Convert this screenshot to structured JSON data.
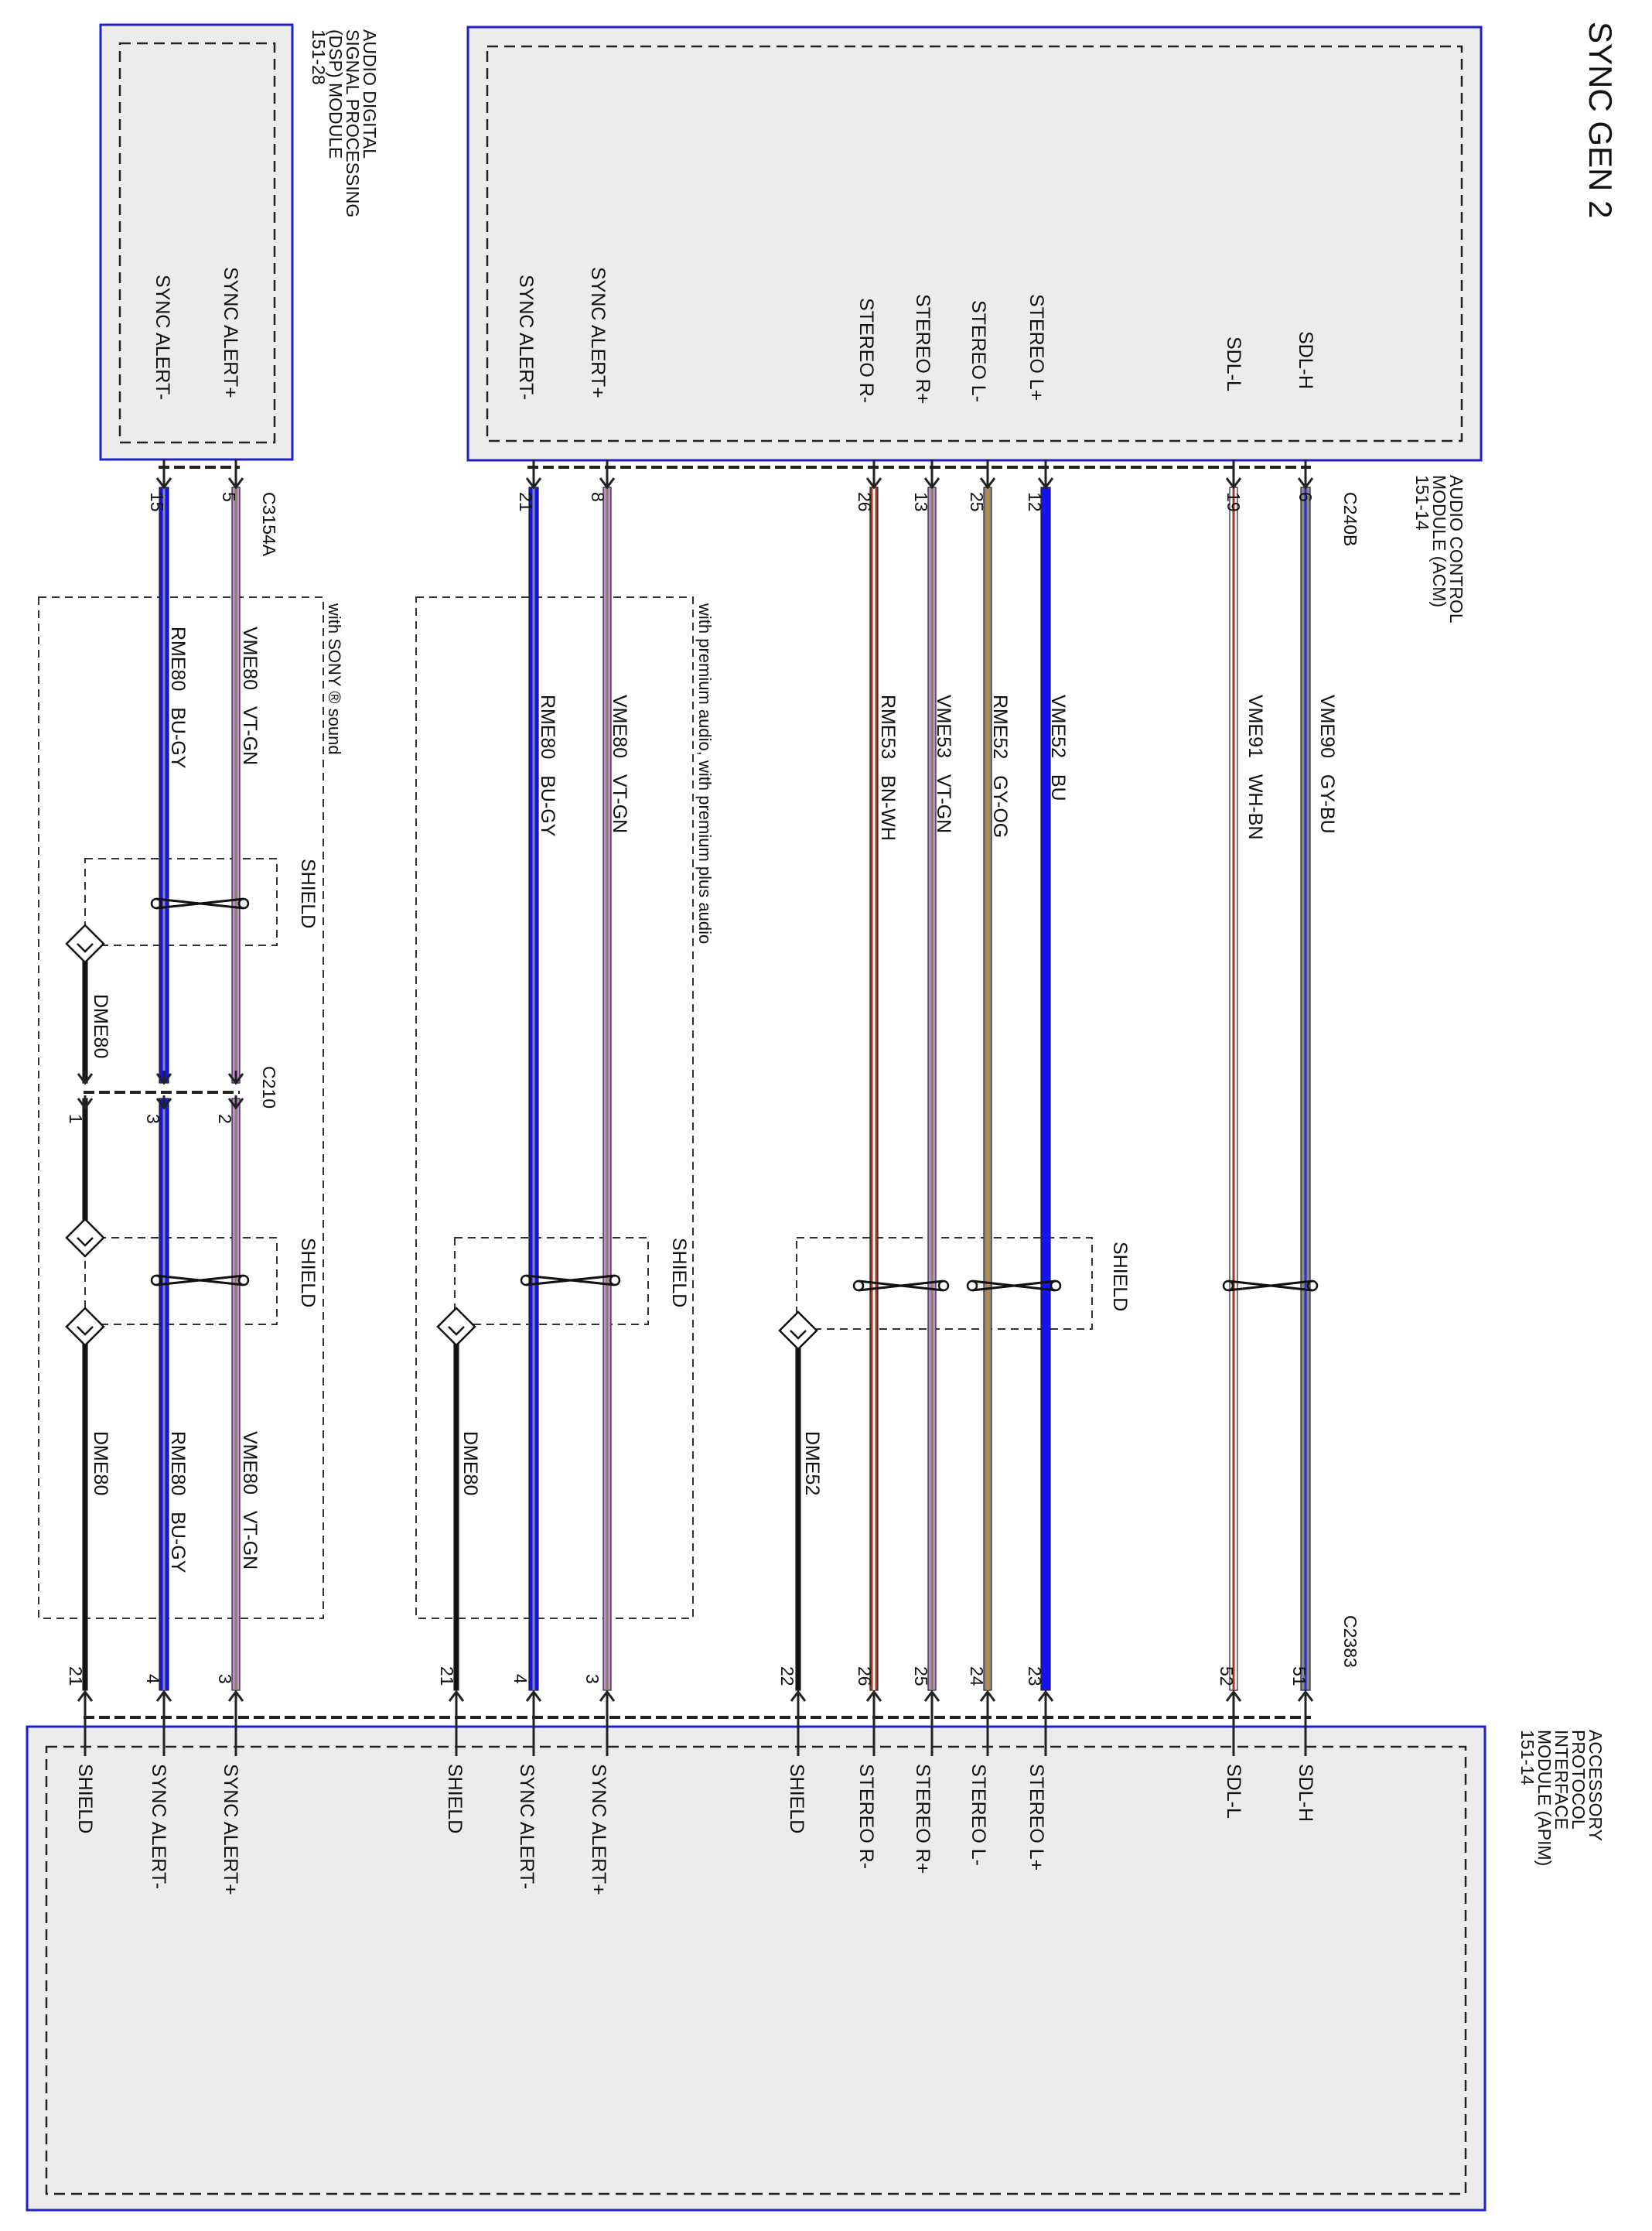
{
  "title": "SYNC GEN 2",
  "colors": {
    "BU": "#1414ee",
    "BU-GY": [
      "#1414ee",
      "#8a8aa8"
    ],
    "VT-GN": [
      "#c88ad8",
      "#7c8a5e"
    ],
    "GY-BU": [
      "#8a8a8a",
      "#2e2ecc"
    ],
    "WH-BN": [
      "#ffffff",
      "#a3372a"
    ],
    "GY-OG": [
      "#8a8a8a",
      "#cc8a2a"
    ],
    "BN-WH": [
      "#a3372a",
      "#ffffff"
    ],
    "DME": "#111111"
  },
  "modules": {
    "dsp": {
      "name_lines": [
        "AUDIO DIGITAL",
        "SIGNAL PROCESSING",
        "(DSP) MODULE",
        "151-28"
      ],
      "pins": [
        "SYNC ALERT+",
        "SYNC ALERT-"
      ]
    },
    "acm": {
      "name_lines": [
        "AUDIO CONTROL",
        "MODULE (ACM)",
        "151-14"
      ],
      "pins": [
        "SYNC ALERT-",
        "SYNC ALERT+",
        "STEREO R-",
        "STEREO R+",
        "STEREO L-",
        "STEREO L+",
        "SDL-L",
        "SDL-H"
      ]
    },
    "apim": {
      "name_lines": [
        "ACCESSORY",
        "PROTOCOL",
        "INTERFACE",
        "MODULE (APIM)",
        "151-14"
      ],
      "pins": [
        "SHIELD",
        "SYNC ALERT-",
        "SYNC ALERT+",
        "SHIELD",
        "SYNC ALERT-",
        "SYNC ALERT+",
        "SHIELD",
        "STEREO R-",
        "STEREO R+",
        "STEREO L-",
        "STEREO L+",
        "SDL-L",
        "SDL-H"
      ]
    }
  },
  "connectors": {
    "c3154a": {
      "label": "C3154A",
      "pins": [
        "15",
        "5"
      ]
    },
    "c240b": {
      "label": "C240B",
      "pins": [
        "21",
        "8",
        "26",
        "13",
        "25",
        "12",
        "19",
        "6"
      ]
    },
    "c210": {
      "label": "C210",
      "pins": [
        "1",
        "3",
        "2"
      ]
    },
    "c2383": {
      "label": "C2383",
      "pins": [
        "21",
        "4",
        "3",
        "21",
        "4",
        "3",
        "22",
        "26",
        "25",
        "24",
        "23",
        "52",
        "51"
      ]
    }
  },
  "circuits": {
    "sony_rme_top": "RME80   BU-GY",
    "sony_vme_top": "VME80   VT-GN",
    "sony_rme_bot": "RME80   BU-GY",
    "sony_vme_bot": "VME80   VT-GN",
    "sony_dme_top": "DME80",
    "sony_dme_bot": "DME80",
    "prem_rme": "RME80   BU-GY",
    "prem_vme": "VME80   VT-GN",
    "prem_dme": "DME80",
    "rme53": "RME53   BN-WH",
    "vme53": "VME53   VT-GN",
    "rme52": "RME52   GY-OG",
    "vme52": "VME52   BU",
    "stereo_dme": "DME52",
    "vme91": "VME91   WH-BN",
    "vme90": "VME90   GY-BU"
  },
  "options": {
    "sony": "with SONY ® sound",
    "premium": "with premium audio, with premium plus audio"
  },
  "shield_label": "SHIELD"
}
